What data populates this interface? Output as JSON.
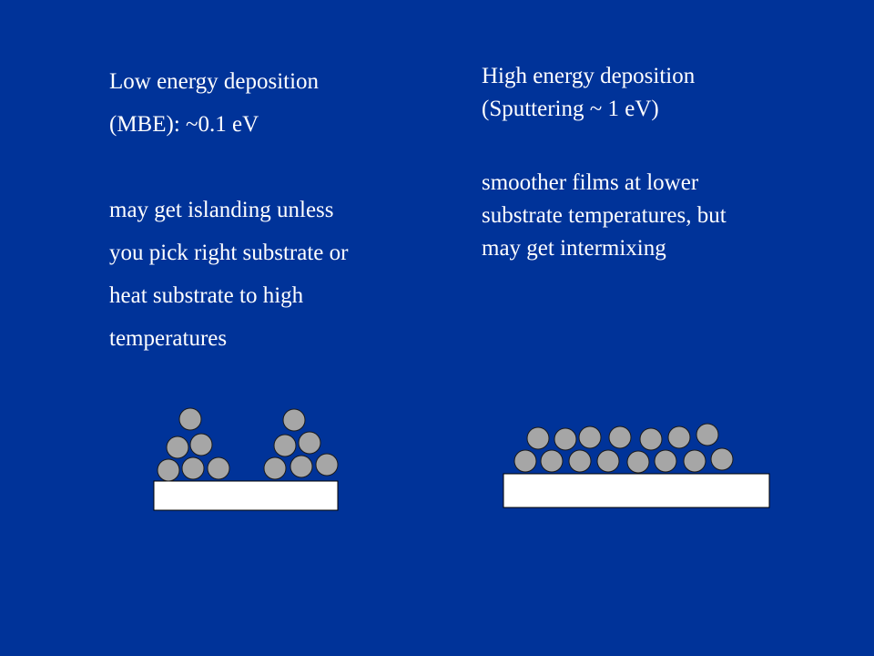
{
  "colors": {
    "background": "#003399",
    "text": "#ffffff",
    "atom_fill": "#a6a6a6",
    "atom_stroke": "#1a1a1a",
    "substrate_fill": "#ffffff"
  },
  "left_panel": {
    "heading_lines": [
      "Low energy deposition",
      "(MBE): ~0.1 eV"
    ],
    "body_lines": [
      "may get islanding unless",
      "you pick right substrate or",
      "heat substrate to high",
      "temperatures"
    ]
  },
  "right_panel": {
    "heading_lines": [
      "High energy deposition",
      "(Sputtering ~ 1 eV)"
    ],
    "body_lines": [
      "smoother films at lower",
      "substrate temperatures, but",
      "may get intermixing"
    ]
  }
}
